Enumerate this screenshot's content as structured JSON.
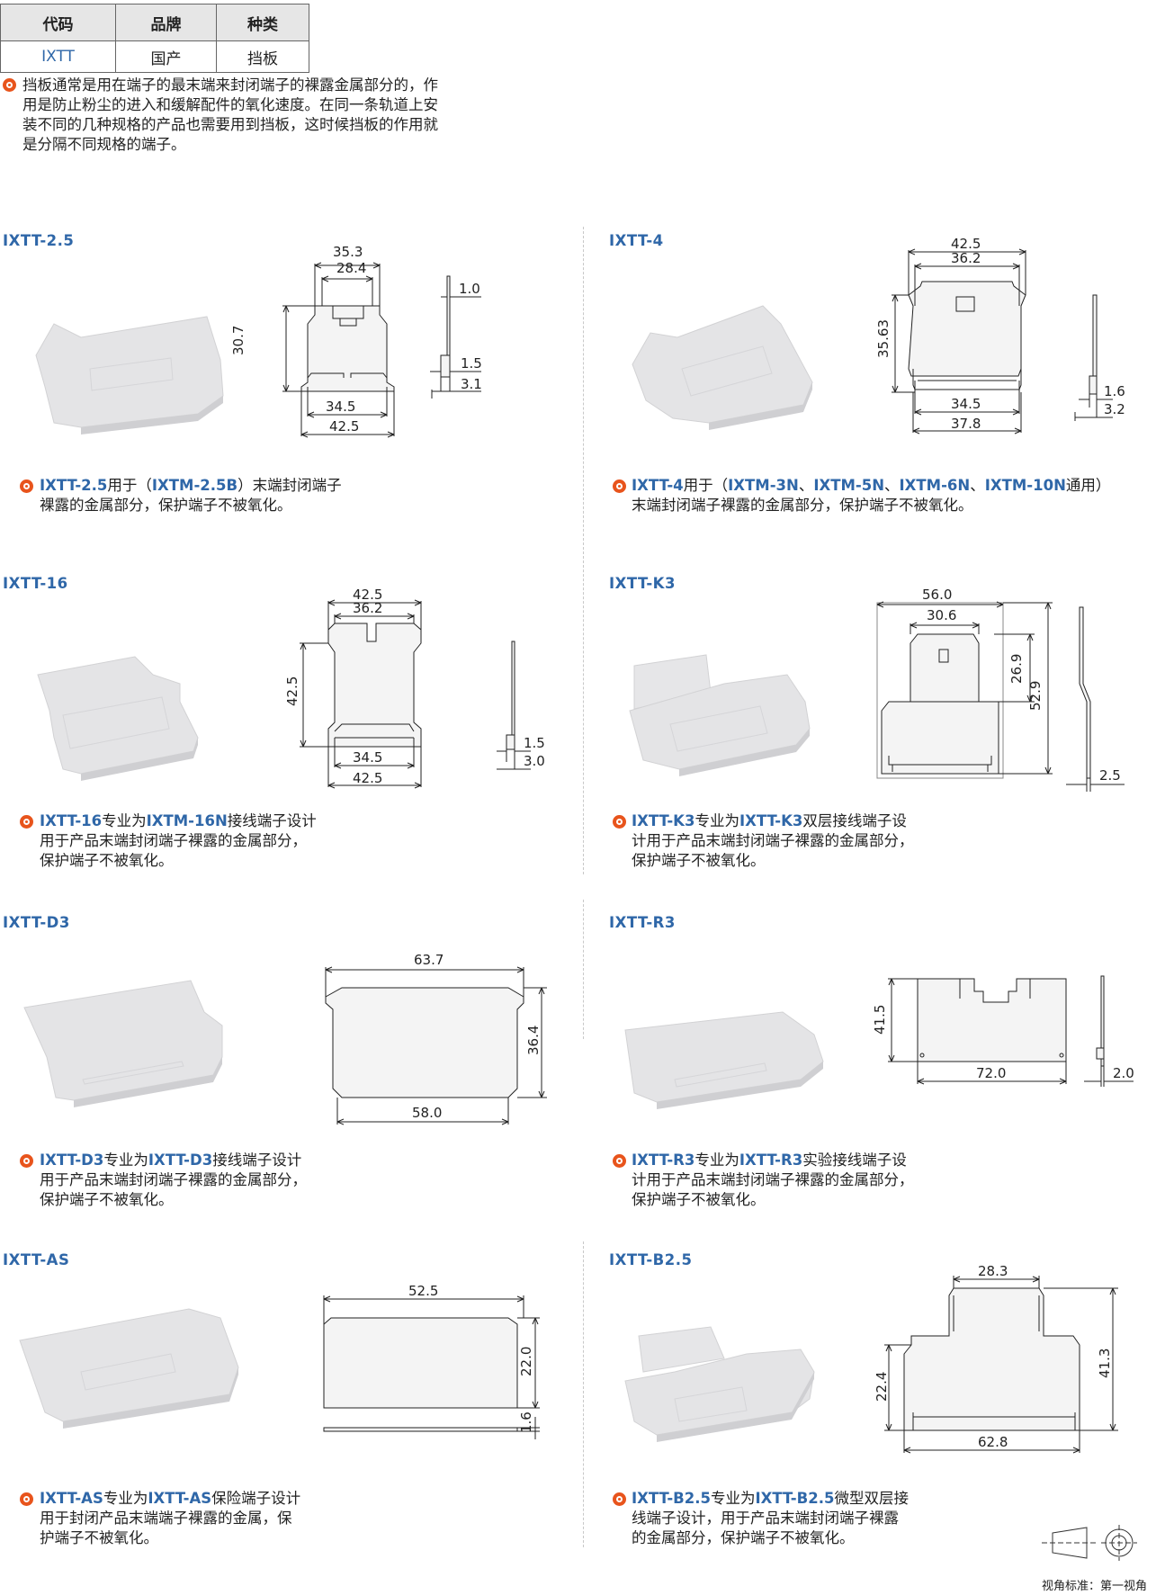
{
  "table": {
    "headers": [
      "代码",
      "品牌",
      "种类"
    ],
    "row": [
      "IXTT",
      "国产",
      "挡板"
    ]
  },
  "intro": "挡板通常是用在端子的最末端来封闭端子的裸露金属部分的，作用是防止粉尘的进入和缓解配件的氧化速度。在同一条轨道上安装不同的几种规格的产品也需要用到挡板，这时候挡板的作用就是分隔不同规格的端子。",
  "sections": [
    {
      "title": "IXTT-2.5",
      "desc_parts": [
        "IXTT-2.5",
        "用于（",
        "IXTM-2.5B",
        "）末端封闭端子",
        "裸露的金属部分，保护端子不被氧化。"
      ],
      "dims": [
        "35.3",
        "28.4",
        "30.7",
        "34.5",
        "42.5",
        "1.0",
        "1.5",
        "3.1"
      ]
    },
    {
      "title": "IXTT-4",
      "desc_parts": [
        "IXTT-4",
        "用于（",
        "IXTM-3N",
        "、",
        "IXTM-5N",
        "、",
        "IXTM-6N",
        "、",
        "IXTM-10N",
        "通用）",
        "末端封闭端子裸露的金属部分，保护端子不被氧化。"
      ],
      "dims": [
        "42.5",
        "36.2",
        "35.63",
        "34.5",
        "37.8",
        "1.6",
        "3.2"
      ]
    },
    {
      "title": "IXTT-16",
      "desc_parts": [
        "IXTT-16",
        "专业为",
        "IXTM-16N",
        "接线端子设计",
        "用于产品末端封闭端子裸露的金属部分，",
        "保护端子不被氧化。"
      ],
      "dims": [
        "42.5",
        "36.2",
        "42.5",
        "34.5",
        "42.5",
        "1.5",
        "3.0"
      ]
    },
    {
      "title": "IXTT-K3",
      "desc_parts": [
        "IXTT-K3",
        "专业为",
        "IXTT-K3",
        "双层接线端子设",
        "计用于产品末端封闭端子裸露的金属部分，",
        "保护端子不被氧化。"
      ],
      "dims": [
        "56.0",
        "30.6",
        "26.9",
        "52.9",
        "2.5"
      ]
    },
    {
      "title": "IXTT-D3",
      "desc_parts": [
        "IXTT-D3",
        "专业为",
        "IXTT-D3",
        "接线端子设计",
        "用于产品末端封闭端子裸露的金属部分，",
        "保护端子不被氧化。"
      ],
      "dims": [
        "63.7",
        "36.4",
        "58.0"
      ]
    },
    {
      "title": "IXTT-R3",
      "desc_parts": [
        "IXTT-R3",
        "专业为",
        "IXTT-R3",
        "实验接线端子设",
        "计用于产品末端封闭端子裸露的金属部分，",
        "保护端子不被氧化。"
      ],
      "dims": [
        "41.5",
        "72.0",
        "2.0"
      ]
    },
    {
      "title": "IXTT-AS",
      "desc_parts": [
        "IXTT-AS",
        "专业为",
        "IXTT-AS",
        "保险端子设计",
        "用于封闭产品末端端子裸露的金属，保",
        "护端子不被氧化。"
      ],
      "dims": [
        "52.5",
        "22.0",
        "1.6"
      ]
    },
    {
      "title": "IXTT-B2.5",
      "desc_parts": [
        "IXTT-B2.5",
        "专业为",
        "IXTT-B2.5",
        "微型双层接",
        "线端子设计，用于产品末端封闭端子裸露",
        "的金属部分，保护端子不被氧化。"
      ],
      "dims": [
        "28.3",
        "41.3",
        "22.4",
        "62.8"
      ]
    }
  ],
  "footer": "视角标准：第一视角",
  "colors": {
    "accent": "#2f67a8",
    "bullet": "#e8541c"
  }
}
